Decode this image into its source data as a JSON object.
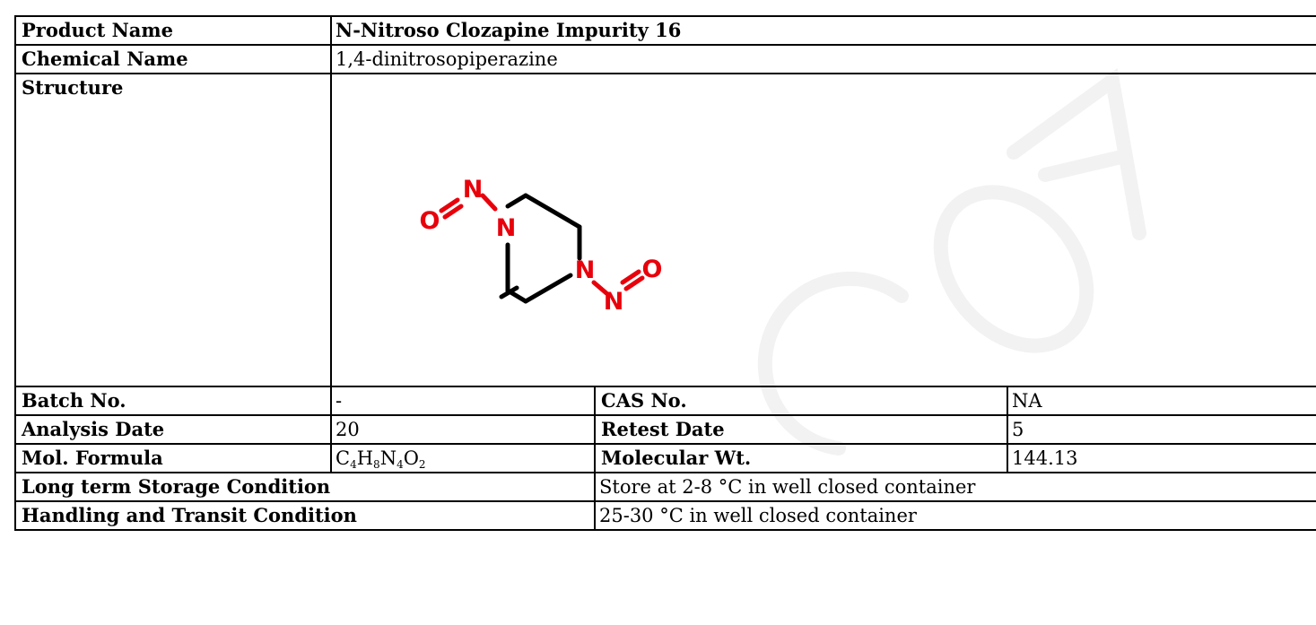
{
  "product": {
    "name_label": "Product Name",
    "name_value": "N-Nitroso Clozapine Impurity 16",
    "chemical_label": "Chemical Name",
    "chemical_value": "1,4-dinitrosopiperazine",
    "structure_label": "Structure"
  },
  "structure": {
    "atom_n": "N",
    "atom_o": "O",
    "bond_color": "#000000",
    "hetero_color": "#e8000b"
  },
  "rows": {
    "batch_label": "Batch No.",
    "batch_value": "-",
    "cas_label": "CAS No.",
    "cas_value": "NA",
    "analysis_label": "Analysis Date",
    "analysis_value": "20",
    "retest_label": "Retest Date",
    "retest_value": "5",
    "formula_label": "Mol. Formula",
    "formula": {
      "c": "C",
      "c_n": "4",
      "h": "H",
      "h_n": "8",
      "n": "N",
      "n_n": "4",
      "o": "O",
      "o_n": "2"
    },
    "mw_label": "Molecular Wt.",
    "mw_value": "144.13",
    "storage_label": "Long term Storage Condition",
    "storage_value": "Store at 2-8 °C in well closed container",
    "handling_label": "Handling and Transit Condition",
    "handling_value": "25-30 °C in well closed container"
  }
}
